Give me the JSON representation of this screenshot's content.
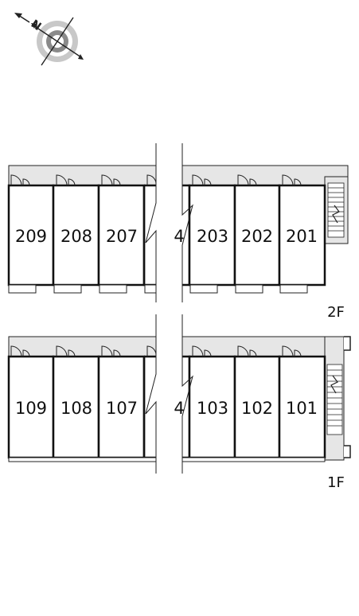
{
  "compass": {
    "north_label": "N",
    "icon": "compass-icon"
  },
  "floors": [
    {
      "label": "2F",
      "rooms": [
        {
          "number": "209"
        },
        {
          "number": "208"
        },
        {
          "number": "207"
        },
        {
          "number": "4"
        },
        {
          "number": "203"
        },
        {
          "number": "202"
        },
        {
          "number": "201"
        }
      ]
    },
    {
      "label": "1F",
      "rooms": [
        {
          "number": "109"
        },
        {
          "number": "108"
        },
        {
          "number": "107"
        },
        {
          "number": "4"
        },
        {
          "number": "103"
        },
        {
          "number": "102"
        },
        {
          "number": "101"
        }
      ]
    }
  ],
  "colors": {
    "corridor": "#e6e6e6",
    "wall": "#111111",
    "stair": "#e6e6e6"
  }
}
